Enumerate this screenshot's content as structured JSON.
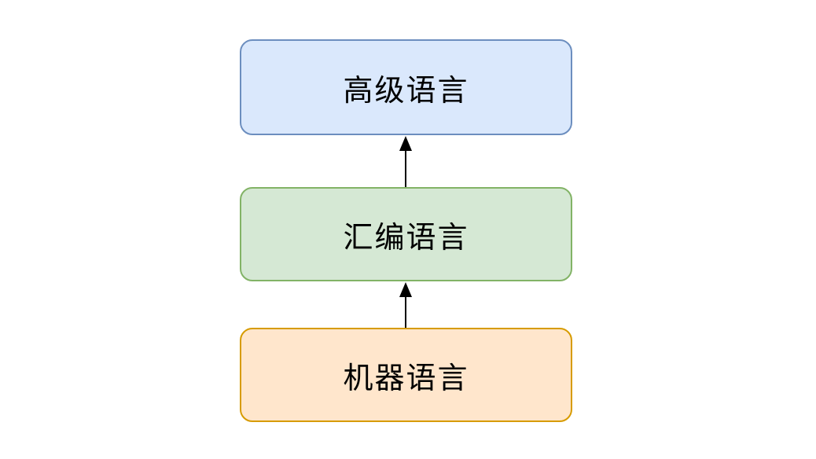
{
  "diagram": {
    "title": "programming-language-levels",
    "background_color": "#ffffff",
    "arrow_color": "#000000",
    "nodes": [
      {
        "id": "high-level-language",
        "label": "高级语言",
        "fill": "#dae8fc",
        "stroke": "#6c8ebf",
        "position": "top"
      },
      {
        "id": "assembly-language",
        "label": "汇编语言",
        "fill": "#d5e8d4",
        "stroke": "#82b366",
        "position": "middle"
      },
      {
        "id": "machine-language",
        "label": "机器语言",
        "fill": "#ffe6cc",
        "stroke": "#d79b00",
        "position": "bottom"
      }
    ],
    "edges": [
      {
        "from": "assembly-language",
        "to": "high-level-language",
        "direction": "up",
        "style": "solid-black-arrow"
      },
      {
        "from": "machine-language",
        "to": "assembly-language",
        "direction": "up",
        "style": "solid-black-arrow"
      }
    ]
  }
}
